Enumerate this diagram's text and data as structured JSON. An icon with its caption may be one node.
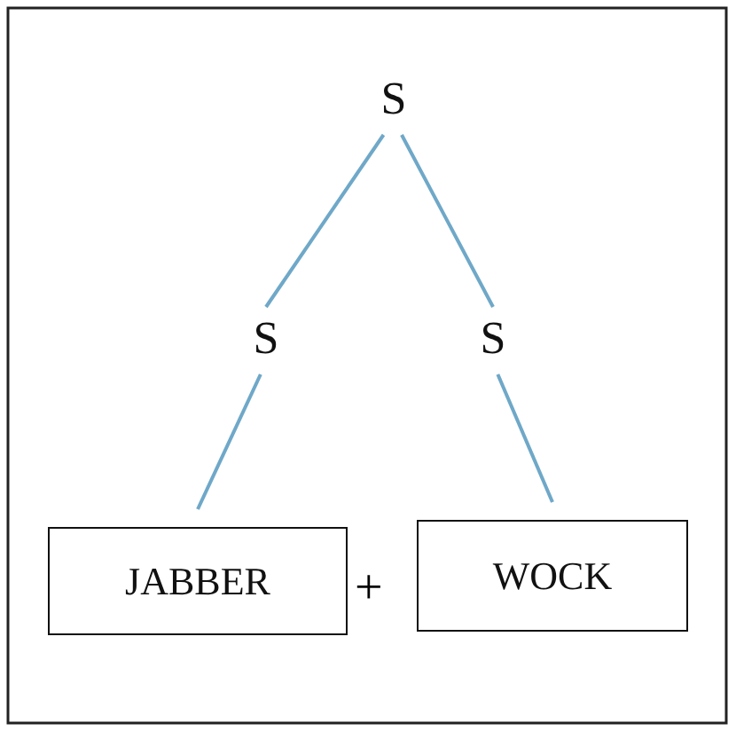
{
  "diagram": {
    "nodes": [
      {
        "text": [
          "S"
        ]
      },
      {
        "text": [
          "S"
        ]
      },
      {
        "text": [
          "S"
        ]
      },
      {
        "text": [
          "JABBER"
        ]
      },
      {
        "text": [
          "WOCK"
        ]
      }
    ],
    "edges": [
      {
        "from": 0,
        "to": 1,
        "arrow": "none"
      },
      {
        "from": 0,
        "to": 2,
        "arrow": "none"
      },
      {
        "from": 1,
        "to": 3,
        "arrow": "none"
      },
      {
        "from": 2,
        "to": 4,
        "arrow": "none"
      }
    ],
    "labels": [
      "+"
    ]
  }
}
